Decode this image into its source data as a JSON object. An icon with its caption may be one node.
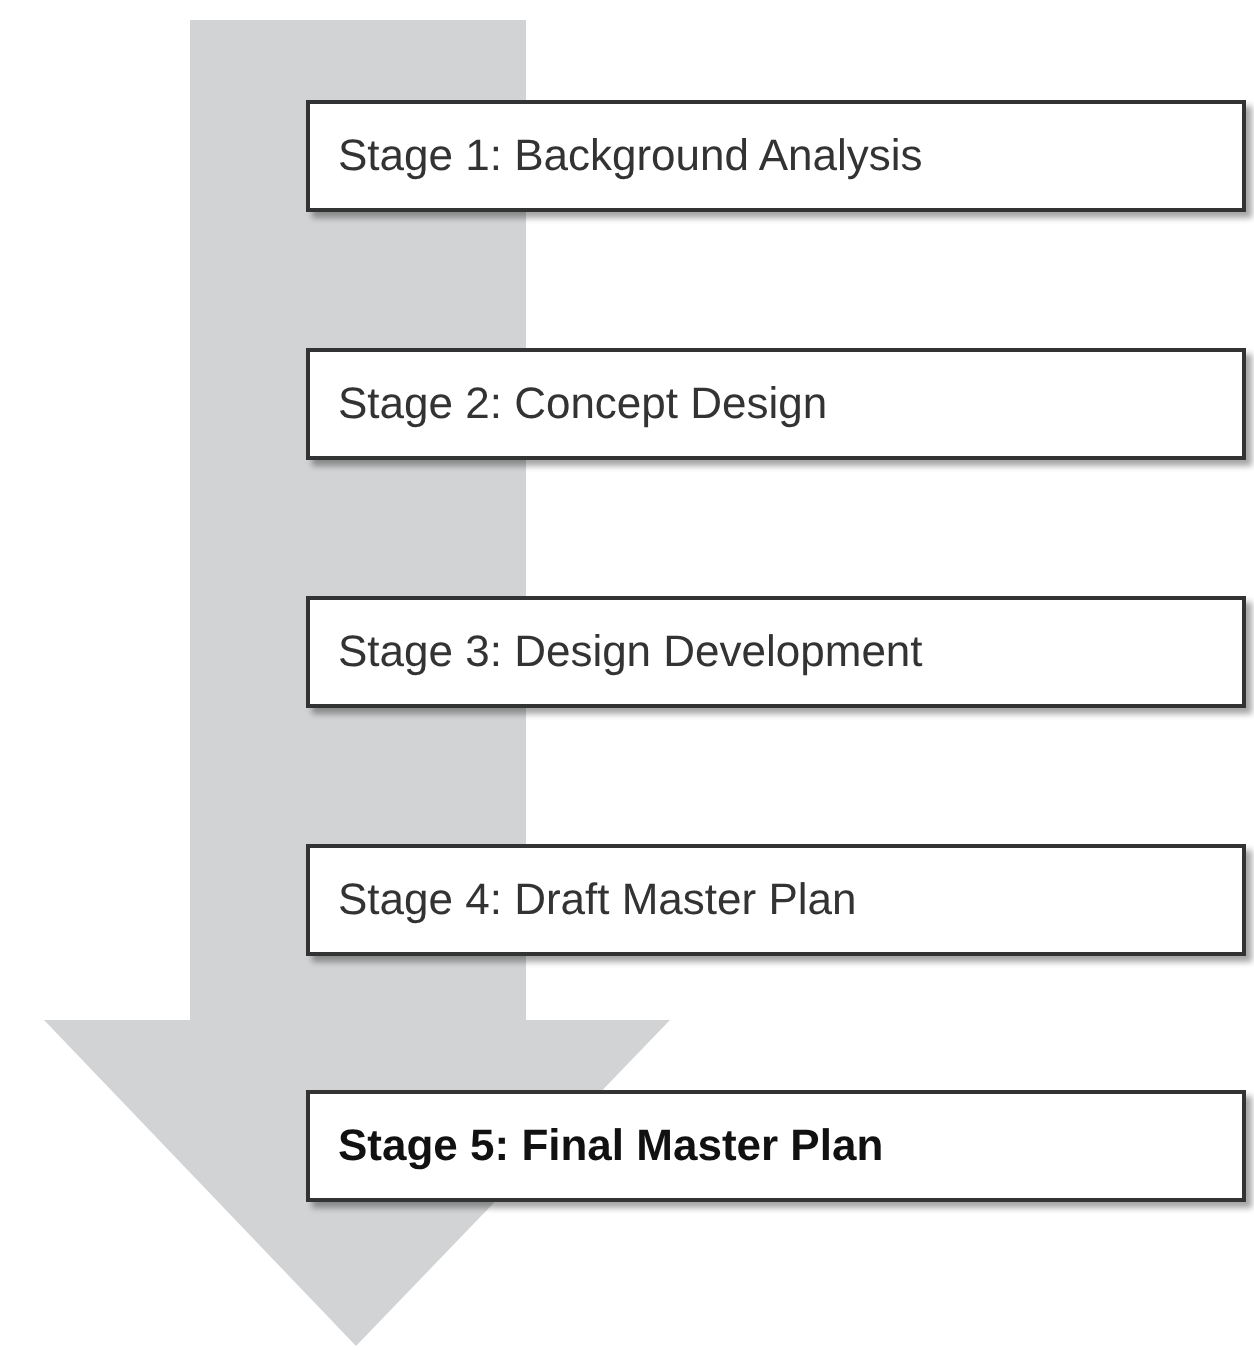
{
  "diagram": {
    "nodes": [
      {
        "text": [
          "Stage 1: Background Analysis"
        ]
      },
      {
        "text": [
          "Stage 2: Concept Design"
        ]
      },
      {
        "text": [
          "Stage 3: Design Development"
        ]
      },
      {
        "text": [
          "Stage 4: Draft Master Plan"
        ]
      },
      {
        "text": [
          "Stage 5: Final Master Plan"
        ]
      }
    ]
  }
}
